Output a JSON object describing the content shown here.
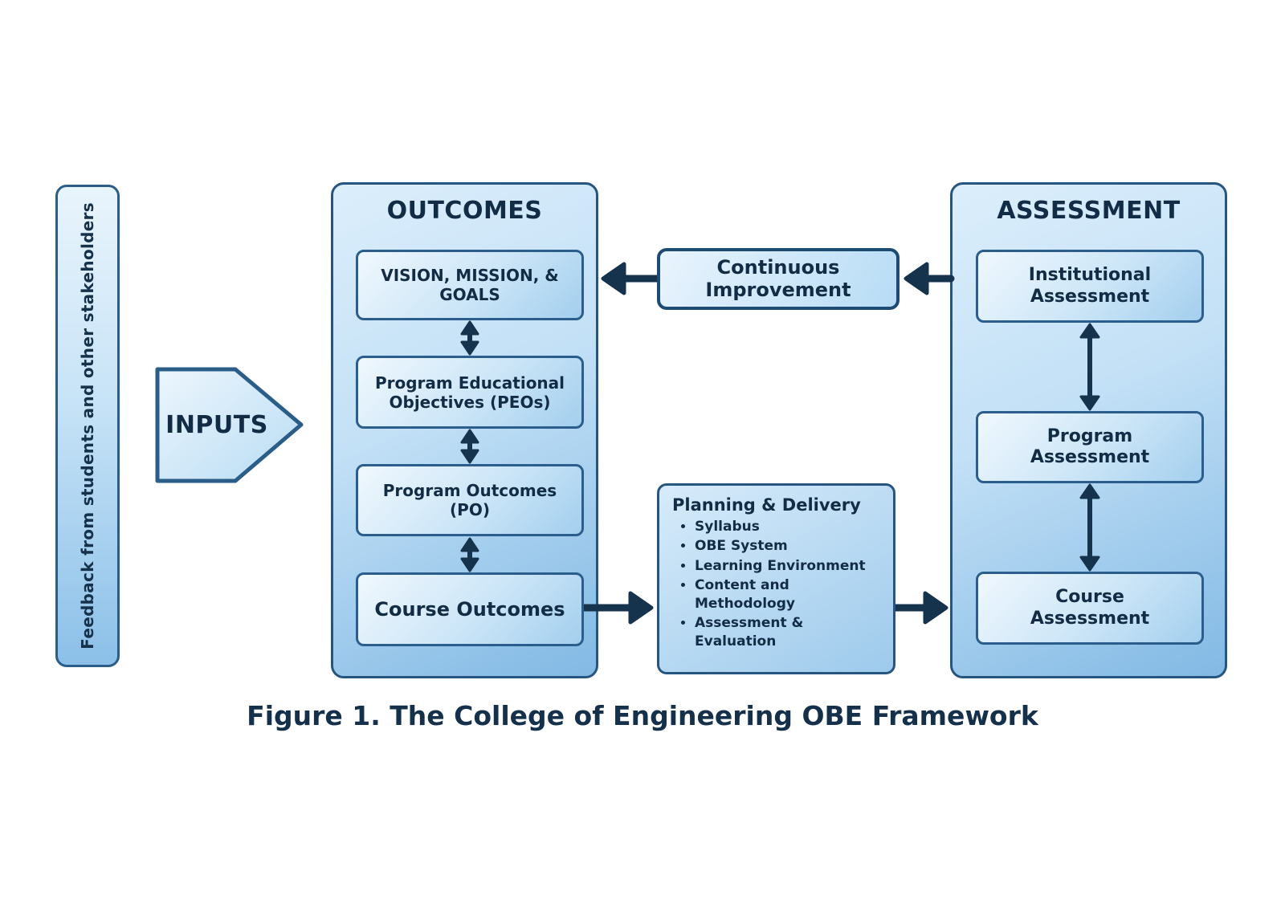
{
  "feedback_bar": {
    "label": "Feedback from students and other stakeholders"
  },
  "inputs": {
    "label": "INPUTS"
  },
  "outcomes": {
    "title": "OUTCOMES",
    "boxes": [
      [
        "VISION, MISSION, &",
        "GOALS"
      ],
      [
        "Program Educational",
        "Objectives (PEOs)"
      ],
      [
        "Program Outcomes",
        "(PO)"
      ],
      "Course Outcomes"
    ]
  },
  "continuous_improvement": {
    "label": [
      "Continuous",
      "Improvement"
    ]
  },
  "planning": {
    "title": "Planning & Delivery",
    "bullets": [
      "Syllabus",
      "OBE System",
      "Learning Environment",
      [
        "Content and",
        "Methodology"
      ],
      [
        "Assessment &",
        "Evaluation"
      ]
    ]
  },
  "assessment": {
    "title": "ASSESSMENT",
    "boxes": [
      [
        "Institutional",
        "Assessment"
      ],
      [
        "Program",
        "Assessment"
      ],
      [
        "Course",
        "Assessment"
      ]
    ]
  },
  "caption": "Figure 1. The College of Engineering OBE Framework",
  "colors": {
    "text_navy": "#132c45",
    "arrow_navy": "#16334d",
    "border_blue": "#2b5e8c",
    "panel_border": "#26567f",
    "panel_fill_light": "#dceefb",
    "panel_fill_dark": "#82b9e4",
    "node_fill_light": "#f0f8fe",
    "node_fill_dark": "#a3cfee"
  }
}
